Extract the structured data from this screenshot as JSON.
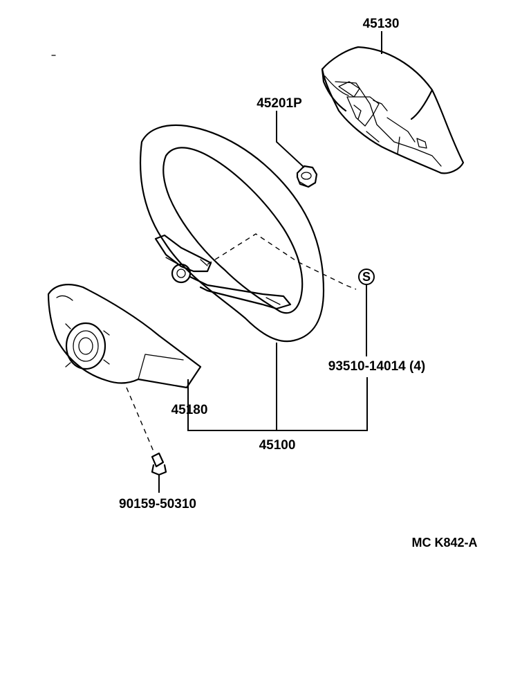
{
  "diagram": {
    "parts": {
      "pad": "45130",
      "nut": "45201P",
      "wheel": "45100",
      "cover": "45180",
      "screw": "90159-50310",
      "bolt": "93510-14014 (4)"
    },
    "bolt_symbol": "S",
    "drawing_code": "MC K842-A",
    "icons": [
      "horn-pad-icon",
      "nut-icon",
      "steering-wheel-icon",
      "lower-cover-icon",
      "screw-icon"
    ]
  }
}
